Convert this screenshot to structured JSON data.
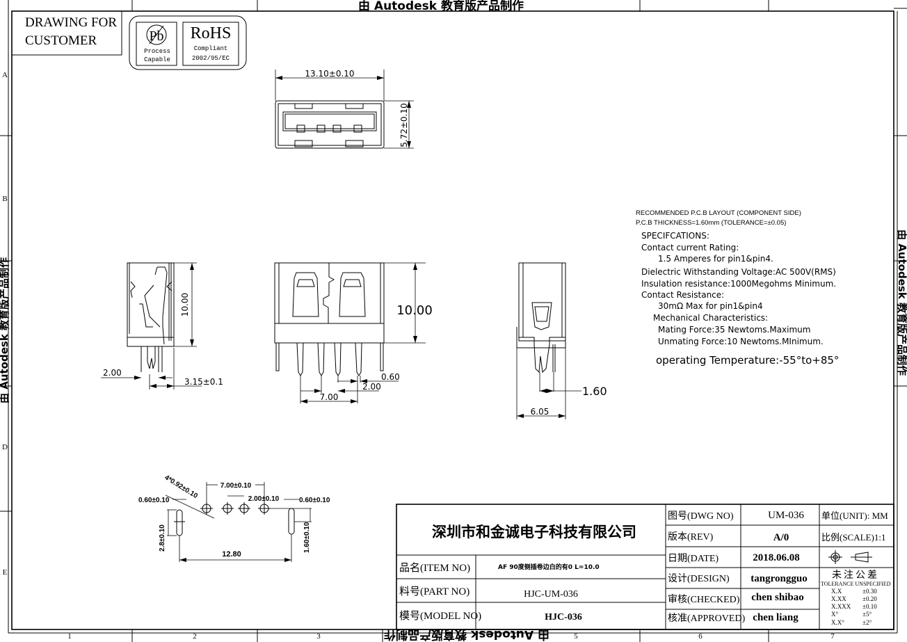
{
  "header": {
    "drawing_for": [
      "DRAWING FOR",
      "CUSTOMER"
    ]
  },
  "logos": {
    "pb": {
      "symbol": "Pb",
      "lines": [
        "Process",
        "Capable"
      ]
    },
    "rohs": {
      "title": "RoHS",
      "lines": [
        "Compliant",
        "2002/95/EC"
      ]
    }
  },
  "watermark": "由 Autodesk 教育版产品制作",
  "border": {
    "columns": [
      "1",
      "2",
      "3",
      "5",
      "6",
      "7"
    ],
    "rows": [
      "A",
      "B",
      "D",
      "E"
    ]
  },
  "top_view": {
    "width_dim": "13.10±0.10",
    "height_dim": "5.72±0.10"
  },
  "side_view_left": {
    "height_dim": "10.00",
    "pin_dim": "2.00",
    "offset_dim": "3.15±0.1"
  },
  "front_view": {
    "height_dim": "10.00",
    "pin_width": "0.60",
    "pitch": "2.00",
    "span": "7.00"
  },
  "side_view_right": {
    "pin_dim": "1.60",
    "width_dim": "6.05"
  },
  "pcb_layout": {
    "hole_dim": "4*0.92±0.10",
    "span": "7.00±0.10",
    "pitch": "2.00±0.10",
    "slot_left_width": "0.60±0.10",
    "slot_right_width": "0.60±0.10",
    "slot_left_length": "2.8±0.10",
    "slot_right_offset": "1.60±0.10",
    "slot_span": "12.80"
  },
  "specs": {
    "pcb_title": "RECOMMENDED P.C.B LAYOUT (COMPONENT SIDE)",
    "pcb_thickness": "P.C.B THICKNESS=1.60mm (TOLERANCE=±0.05)",
    "lines": [
      "SPECIFCATIONS:",
      "Contact current Rating:",
      "1.5 Amperes for pin1&pin4.",
      "Dielectric Withstanding Voltage:AC 500V(RMS)",
      "Insulation resistance:1000Megohms Minimum.",
      "Contact Resistance:",
      "30mΩ Max for pin1&pin4",
      "Mechanical Characteristics:",
      "Mating Force:35 Newtoms.Maximum",
      "Unmating Force:10 Newtoms.MInimum."
    ],
    "temperature": "operating Temperature:-55°to+85°"
  },
  "title_block": {
    "company": "深圳市和金诚电子科技有限公司",
    "item_no_label": "品名(ITEM NO)",
    "item_no": "AF 90度侧插卷边白的有0 L=10.0",
    "part_no_label": "料号(PART NO)",
    "part_no": "HJC-UM-036",
    "model_no_label": "模号(MODEL NO)",
    "model_no": "HJC-036",
    "dwg_no_label": "图号(DWG NO)",
    "dwg_no": "UM-036",
    "rev_label": "版本(REV)",
    "rev": "A/0",
    "date_label": "日期(DATE)",
    "date": "2018.06.08",
    "design_label": "设计(DESIGN)",
    "design": "tangrongguo",
    "checked_label": "审核(CHECKED)",
    "checked": "chen shibao",
    "approved_label": "核准(APPROVED)",
    "approved": "chen liang",
    "unit": "单位(UNIT): MM",
    "scale": "比例(SCALE)1:1",
    "tolerance_title": "未注公差",
    "tolerance_sub": "TOLERANCE UNSPECIFIED",
    "tolerances": [
      {
        "k": "X.X",
        "v": "±0.30"
      },
      {
        "k": "X.XX",
        "v": "±0.20"
      },
      {
        "k": "X.XXX",
        "v": "±0.10"
      },
      {
        "k": "X°",
        "v": "±5°"
      },
      {
        "k": "X.X°",
        "v": "±2°"
      }
    ]
  }
}
